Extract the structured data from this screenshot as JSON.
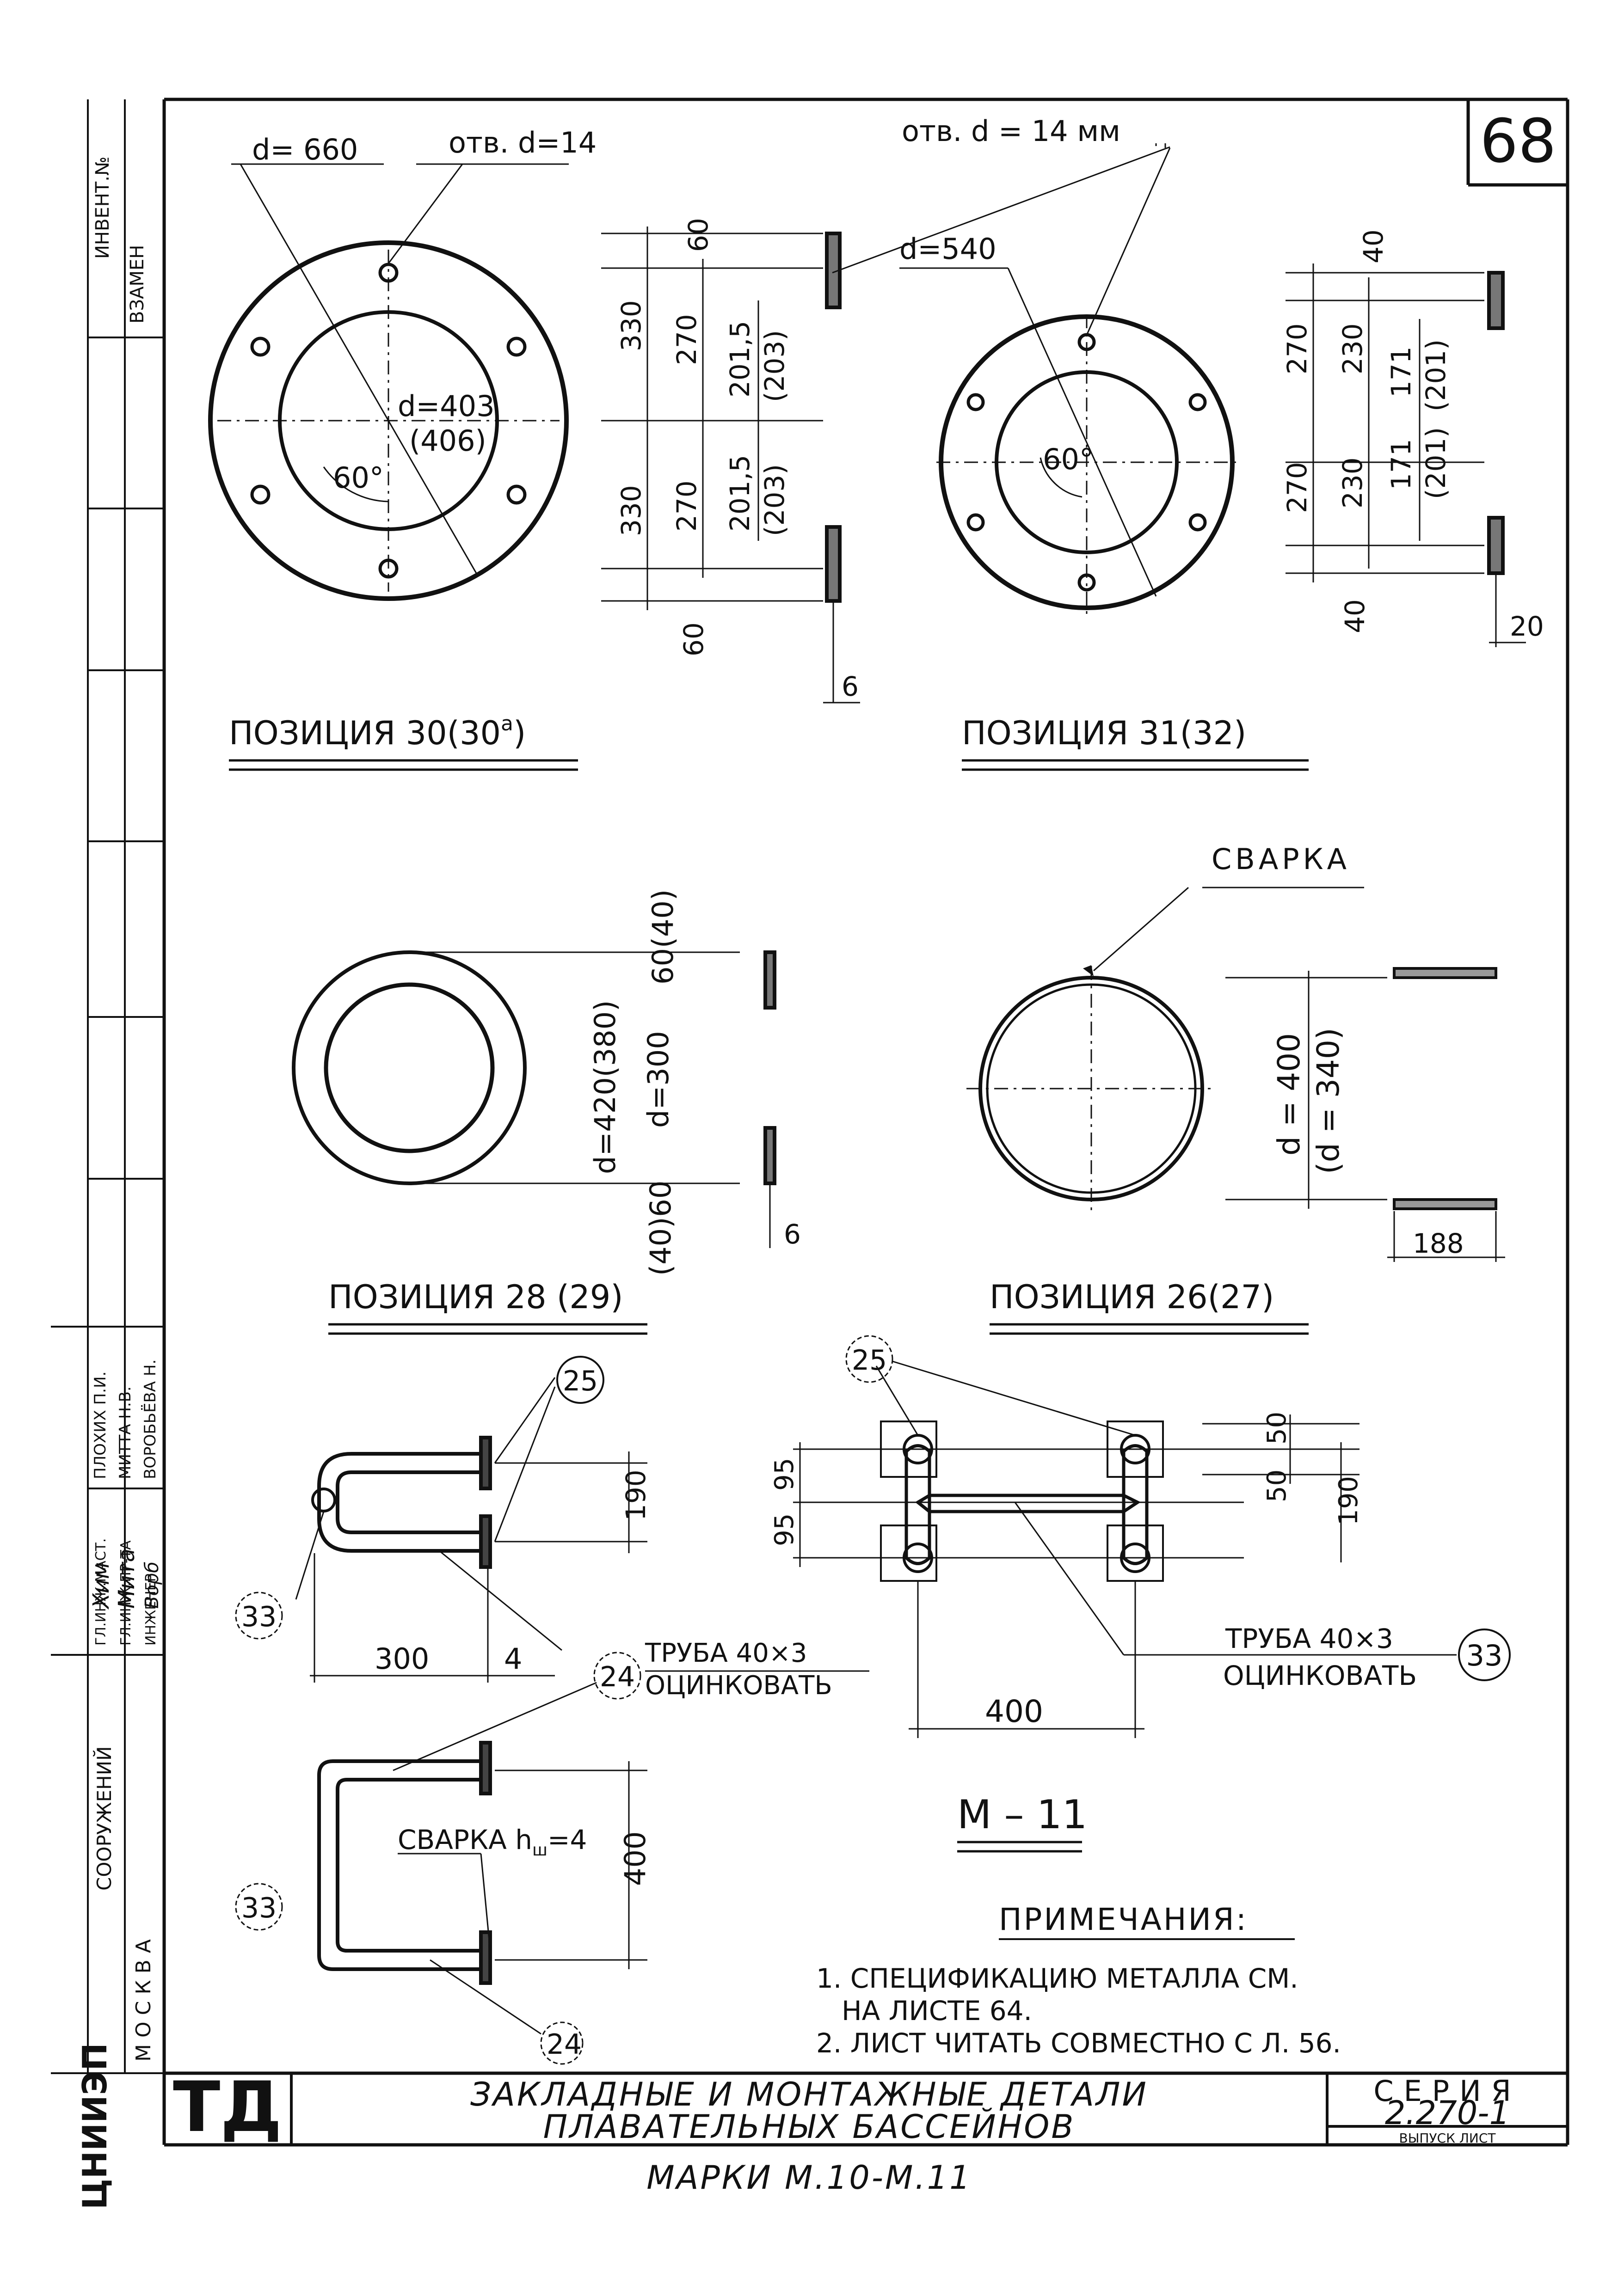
{
  "sheet": {
    "number": "68",
    "stamp_left": {
      "invent_no": "ИНВЕНТ.№",
      "vzamen": "ВЗАМЕН",
      "org": "ЦНИИЭП",
      "org_sub": "СООРУЖЕНИЙ",
      "city": "МОСКВА"
    },
    "signatures": [
      {
        "role": "ГЛ.ИНЖ.МАСТ.",
        "signature": "Хим",
        "name": "ПЛОХИХ П.И."
      },
      {
        "role": "ГЛ.ИНЖ.ПР-ТА",
        "signature": "Мита",
        "name": "МИТТА Н.В."
      },
      {
        "role": "ИНЖЕНЕР",
        "signature": "Ворб",
        "name": "ВОРОБЬЁВА Н."
      }
    ],
    "title_block": {
      "logo": "ТД",
      "title_line1": "ЗАКЛАДНЫЕ И МОНТАЖНЫЕ ДЕТАЛИ",
      "title_line2": "ПЛАВАТЕЛЬНЫХ БАССЕЙНОВ",
      "title_line3": "МАРКИ М.10-М.11",
      "series_label": "СЕРИЯ",
      "series_value": "2.270-1",
      "sheet_label": "ВЫПУСК  ЛИСТ"
    }
  },
  "pos30": {
    "caption": "ПОЗИЦИЯ 30(30",
    "caption_sup": "а",
    "caption_end": ")",
    "d_outer": "d= 660",
    "hole": "отв. d=14",
    "d_inner": "d=403",
    "d_inner_alt": "(406)",
    "angle": "60°",
    "dims_a": [
      "60",
      "330",
      "330",
      "60"
    ],
    "dims_b": [
      "270",
      "270"
    ],
    "dims_c": [
      "201,5",
      "(203)",
      "201,5",
      "(203)"
    ],
    "thickness": "6"
  },
  "pos31": {
    "caption": "ПОЗИЦИЯ 31(32)",
    "hole": "отв. d = 14 мм",
    "d_outer": "d=540",
    "angle": "60°",
    "dims_a": [
      "40",
      "270",
      "270",
      "40"
    ],
    "dims_b": [
      "230",
      "230"
    ],
    "dims_c": [
      "171",
      "(201)",
      "171",
      "(201)"
    ],
    "thickness": "20"
  },
  "pos28": {
    "caption": "ПОЗИЦИЯ 28 (29)",
    "dim_outer": "d=420(380)",
    "dim_inner": "d=300",
    "dim_top": "60(40)",
    "dim_bottom": "(40)60",
    "thickness": "6"
  },
  "pos26": {
    "caption": "ПОЗИЦИЯ 26(27)",
    "weld": "СВАРКА",
    "dim_d": "d = 400",
    "dim_d_alt": "(d = 340)",
    "width": "188"
  },
  "m11": {
    "mark": "М – 11",
    "callouts": [
      "25",
      "25",
      "33",
      "33",
      "24",
      "24",
      "33"
    ],
    "pipe_left": "ТРУБА 40×3",
    "zinc_left": "ОЦИНКОВАТЬ",
    "pipe_right": "ТРУБА  40×3",
    "zinc_right": "ОЦИНКОВАТЬ",
    "weld": "СВАРКА h",
    "weld_sub": "ш",
    "weld_end": "=4",
    "dims": {
      "side_190": "190",
      "width_300": "300",
      "gap_4": "4",
      "height_400": "400",
      "plan_400": "400",
      "plan_95a": "95",
      "plan_95b": "95",
      "plan_50a": "50",
      "plan_50b": "50",
      "plan_190": "190"
    }
  },
  "notes": {
    "heading": "ПРИМЕЧАНИЯ:",
    "items": [
      "1. СПЕЦИФИКАЦИЮ МЕТАЛЛА СМ.",
      "НА ЛИСТЕ 64.",
      "2. ЛИСТ ЧИТАТЬ СОВМЕСТНО С Л. 56."
    ]
  }
}
